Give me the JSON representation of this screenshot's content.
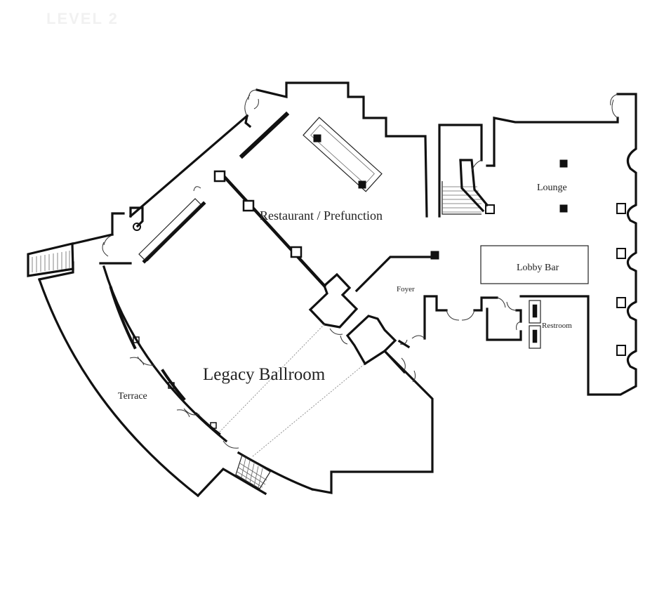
{
  "plan": {
    "level_label": "LEVEL 2",
    "rooms": {
      "restaurant": "Restaurant / Prefunction",
      "lounge": "Lounge",
      "lobby_bar": "Lobby Bar",
      "foyer": "Foyer",
      "restroom": "Restroom",
      "ballroom": "Legacy Ballroom",
      "terrace": "Terrace"
    }
  }
}
